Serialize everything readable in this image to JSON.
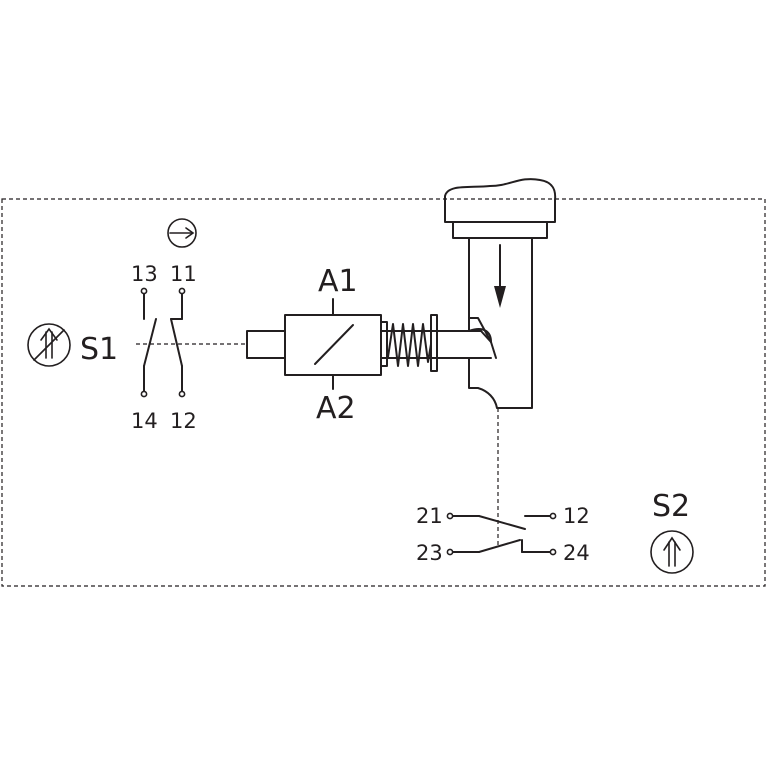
{
  "s1": {
    "label": "S1",
    "terminals": {
      "t13": "13",
      "t11": "11",
      "t14": "14",
      "t12": "12"
    },
    "symbol_icon": "positive-opening-forbidden-icon",
    "actuation_icon": "rotary-direction-arrow-icon"
  },
  "coil": {
    "a1": "A1",
    "a2": "A2"
  },
  "s2": {
    "label": "S2",
    "terminals": {
      "t21": "21",
      "t12": "12",
      "t23": "23",
      "t24": "24"
    },
    "symbol_icon": "positive-opening-icon"
  },
  "colors": {
    "line": "#231f20",
    "background": "#ffffff"
  }
}
